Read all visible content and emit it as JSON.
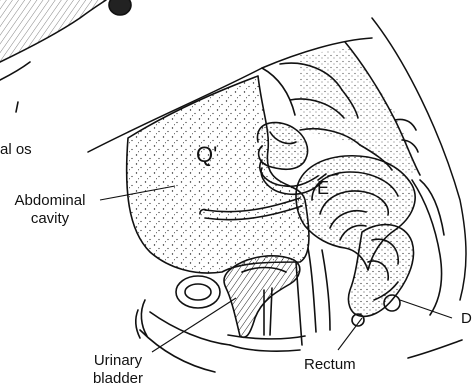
{
  "labels": {
    "cervical_os_fragment": "al os",
    "abdominal_cavity": [
      "Abdominal",
      "cavity"
    ],
    "cavity_marker": "Q'",
    "uterus_marker": "E",
    "urinary_bladder": [
      "Urinary",
      "bladder"
    ],
    "rectum": "Rectum",
    "right_edge_fragment": "D"
  }
}
